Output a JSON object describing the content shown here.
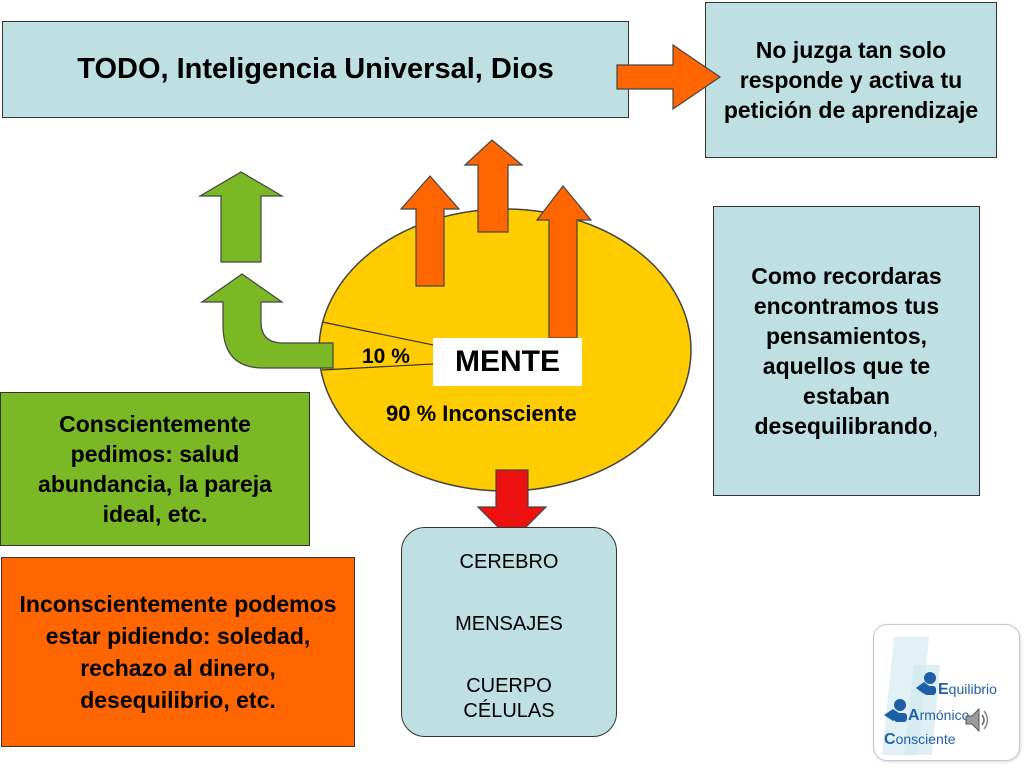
{
  "title_box": {
    "text": "TODO, Inteligencia Universal, Dios"
  },
  "top_right_box": {
    "text": "No juzga tan solo responde y activa tu petición de aprendizaje"
  },
  "middle_right_box": {
    "text": "Como recordaras encontramos tus pensamientos, aquellos que te estaban desequilibrando,",
    "main": "Como recordaras encontramos tus pensamientos, aquellos que te estaban desequilibrando",
    "trail": ","
  },
  "green_box": {
    "text": "Conscientemente pedimos: salud abundancia, la pareja ideal, etc."
  },
  "orange_box": {
    "line1": "Inconscientemente podemos estar pidiendo: soledad, rechazo al dinero,",
    "line2": "desequilibrio, etc."
  },
  "mind_circle": {
    "label": "MENTE",
    "conscious_label": "10 %",
    "unconscious_label": "90 % Inconsciente",
    "conscious_share": 10,
    "unconscious_share": 90
  },
  "bottom_box": {
    "line1": "CEREBRO",
    "line2": "MENSAJES",
    "line3": "CUERPO",
    "line4": "CÉLULAS"
  },
  "logo": {
    "word1_initial": "E",
    "word1_rest": "quilibrio",
    "word2_initial": "A",
    "word2_rest": "rmónico",
    "word3_initial": "C",
    "word3_rest": "onsciente"
  },
  "colors": {
    "box_blue": "#bfe0e2",
    "green": "#7ab825",
    "orange": "#ff6600",
    "circle_yellow": "#ffcc00",
    "arrow_red": "#ee1111",
    "logo_blue": "#1f5fa8"
  },
  "icons": [
    "arrow-right-icon",
    "arrow-up-icon",
    "curved-arrow-up-icon",
    "arrow-down-icon",
    "speaker-icon",
    "person-icon"
  ]
}
